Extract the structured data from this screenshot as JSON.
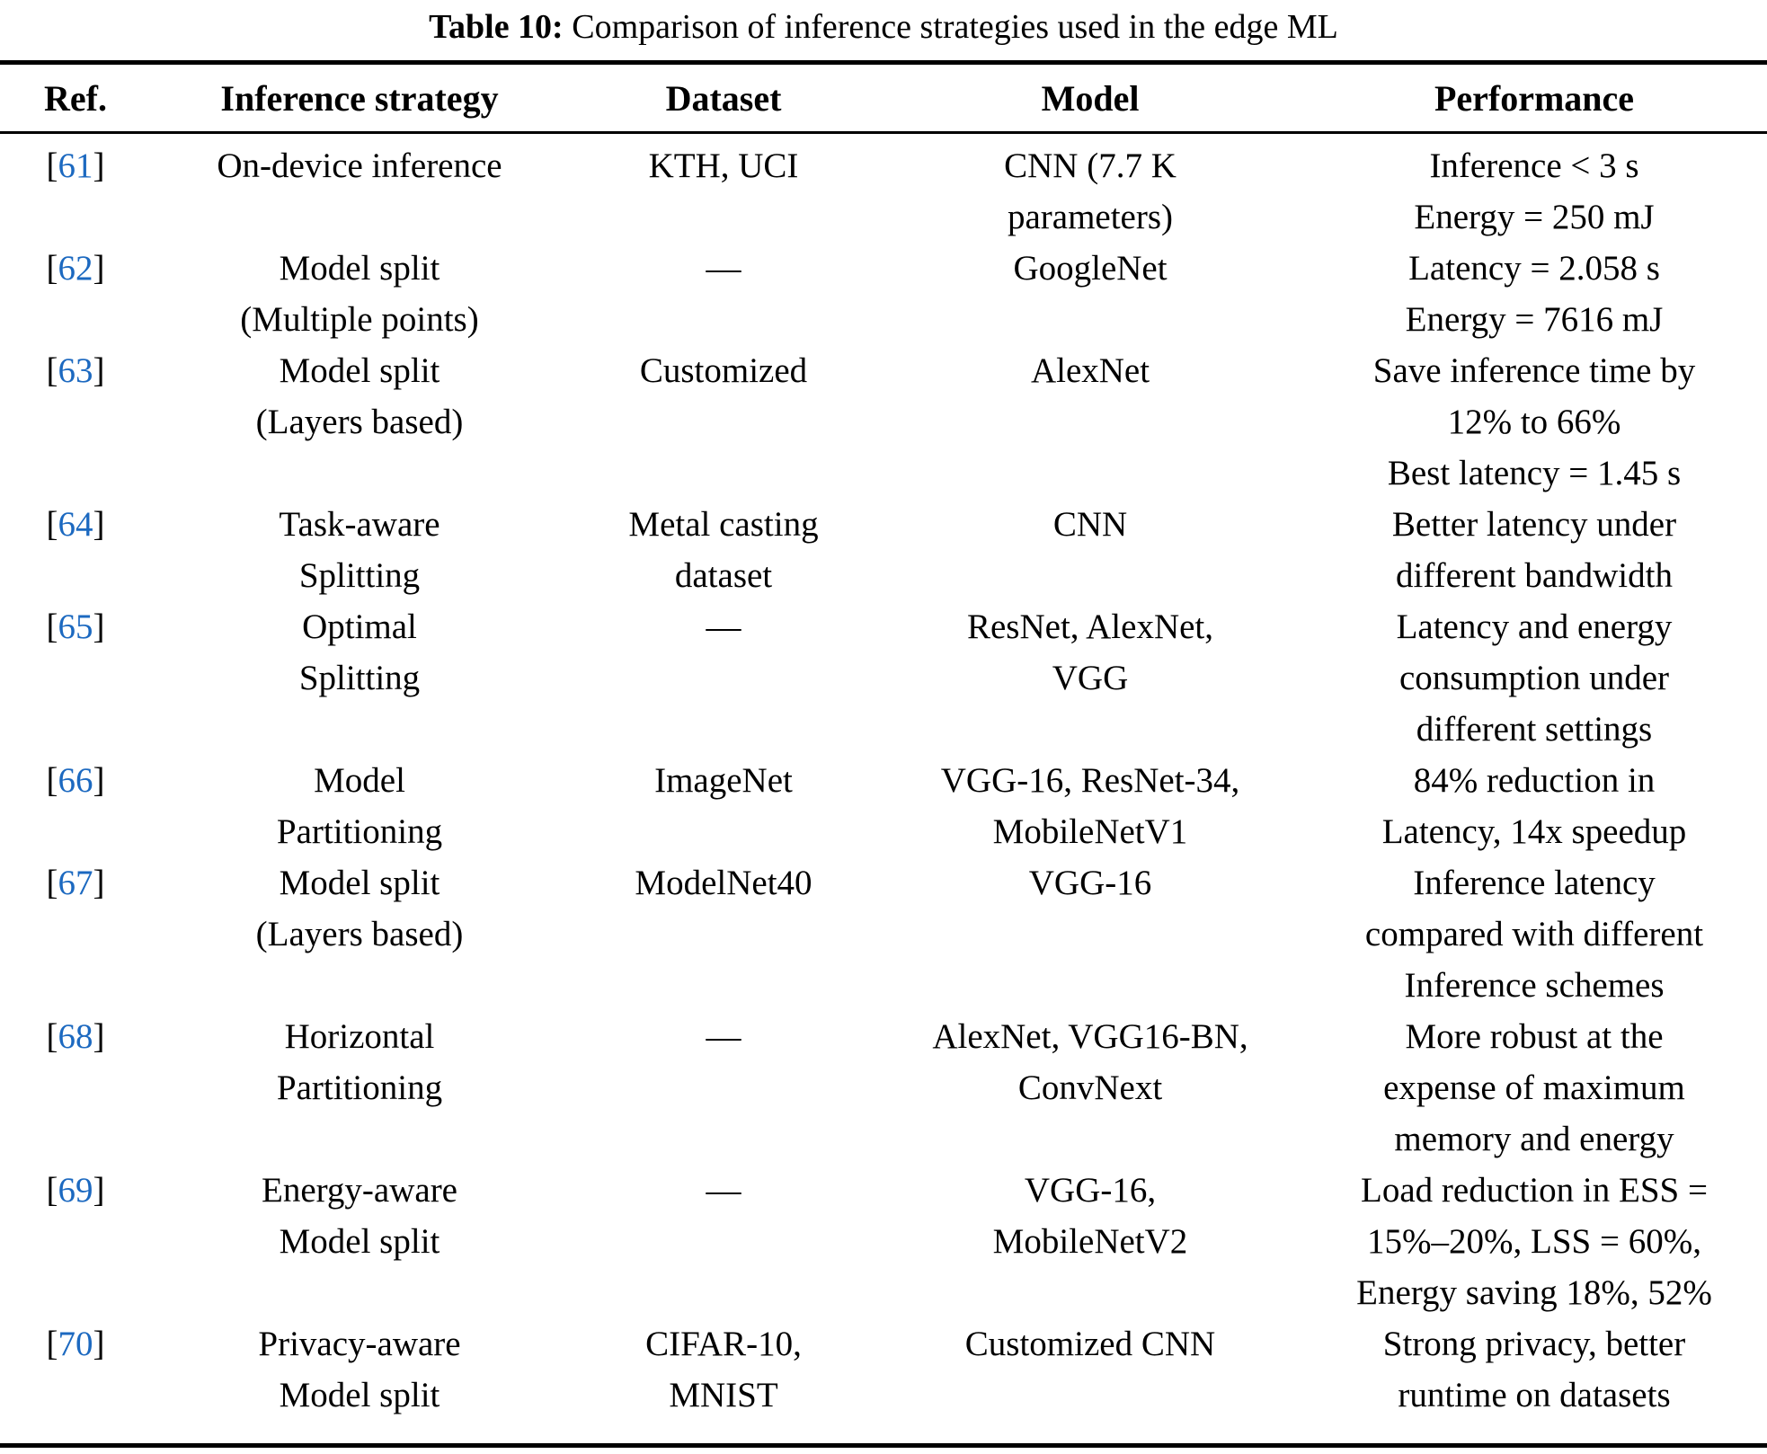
{
  "title": {
    "label": "Table 10:",
    "caption": " Comparison of inference strategies used in the edge ML"
  },
  "colors": {
    "ref_link_blue": "#1c69c0",
    "text": "#000000",
    "background": "#ffffff"
  },
  "table": {
    "columns": [
      "Ref.",
      "Inference strategy",
      "Dataset",
      "Model",
      "Performance"
    ],
    "ref_open": "[",
    "ref_close": "]",
    "rows": [
      {
        "ref": "61",
        "strategy": [
          "On-device inference"
        ],
        "dataset": [
          "KTH, UCI"
        ],
        "model": [
          "CNN (7.7 K",
          "parameters)"
        ],
        "performance": [
          "Inference < 3 s",
          "Energy = 250 mJ"
        ]
      },
      {
        "ref": "62",
        "strategy": [
          "Model split",
          "(Multiple points)"
        ],
        "dataset": [
          "—"
        ],
        "model": [
          "GoogleNet"
        ],
        "performance": [
          "Latency = 2.058 s",
          "Energy = 7616 mJ"
        ]
      },
      {
        "ref": "63",
        "strategy": [
          "Model split",
          "(Layers based)"
        ],
        "dataset": [
          "Customized"
        ],
        "model": [
          "AlexNet"
        ],
        "performance": [
          "Save inference time by",
          "12% to 66%",
          "Best latency = 1.45 s"
        ]
      },
      {
        "ref": "64",
        "strategy": [
          "Task-aware",
          "Splitting"
        ],
        "dataset": [
          "Metal casting",
          "dataset"
        ],
        "model": [
          "CNN"
        ],
        "performance": [
          "Better latency under",
          "different bandwidth"
        ]
      },
      {
        "ref": "65",
        "strategy": [
          "Optimal",
          "Splitting"
        ],
        "dataset": [
          "—"
        ],
        "model": [
          "ResNet, AlexNet,",
          "VGG"
        ],
        "performance": [
          "Latency and energy",
          "consumption under",
          "different settings"
        ]
      },
      {
        "ref": "66",
        "strategy": [
          "Model",
          "Partitioning"
        ],
        "dataset": [
          "ImageNet"
        ],
        "model": [
          "VGG-16, ResNet-34,",
          "MobileNetV1"
        ],
        "performance": [
          "84% reduction in",
          "Latency, 14x speedup"
        ]
      },
      {
        "ref": "67",
        "strategy": [
          "Model split",
          "(Layers based)"
        ],
        "dataset": [
          "ModelNet40"
        ],
        "model": [
          "VGG-16"
        ],
        "performance": [
          "Inference latency",
          "compared with different",
          "Inference schemes"
        ]
      },
      {
        "ref": "68",
        "strategy": [
          "Horizontal",
          "Partitioning"
        ],
        "dataset": [
          "—"
        ],
        "model": [
          "AlexNet, VGG16-BN,",
          "ConvNext"
        ],
        "performance": [
          "More robust at the",
          "expense of maximum",
          "memory and energy"
        ]
      },
      {
        "ref": "69",
        "strategy": [
          "Energy-aware",
          "Model split"
        ],
        "dataset": [
          "—"
        ],
        "model": [
          "VGG-16,",
          "MobileNetV2"
        ],
        "performance": [
          "Load reduction in ESS =",
          "15%–20%, LSS = 60%,",
          "Energy saving 18%, 52%"
        ]
      },
      {
        "ref": "70",
        "strategy": [
          "Privacy-aware",
          "Model split"
        ],
        "dataset": [
          "CIFAR-10,",
          "MNIST"
        ],
        "model": [
          "Customized CNN"
        ],
        "performance": [
          "Strong privacy, better",
          "runtime on datasets"
        ]
      }
    ]
  }
}
